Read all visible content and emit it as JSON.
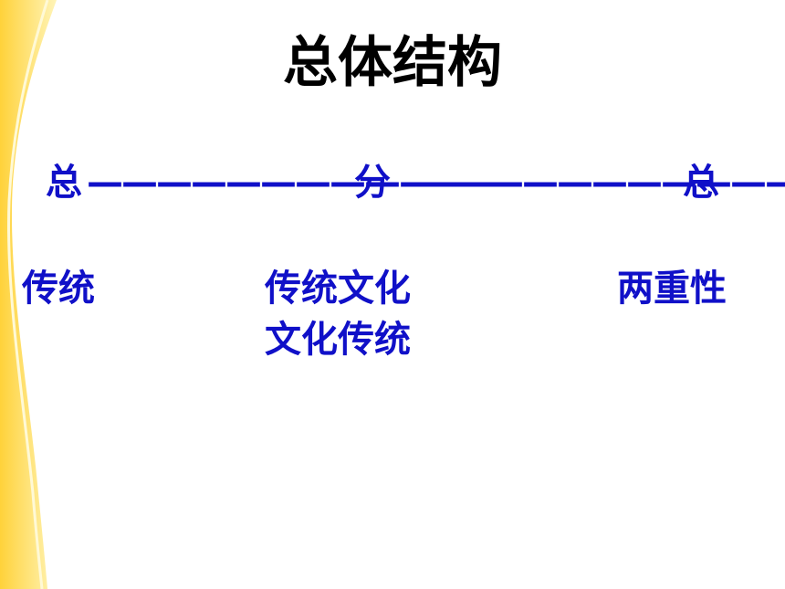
{
  "slide": {
    "title": "总体结构",
    "structure": {
      "first": "总",
      "dash_left": "————————————",
      "middle": "分",
      "dash_right": "———————————",
      "last": "总"
    },
    "columns": {
      "left": "传统",
      "middle_line1": "传统文化",
      "middle_line2": "文化传统",
      "right": "两重性"
    },
    "colors": {
      "accent_text": "#1010c8",
      "title_text": "#000000",
      "decor_yellow": "#ffd84a"
    }
  }
}
